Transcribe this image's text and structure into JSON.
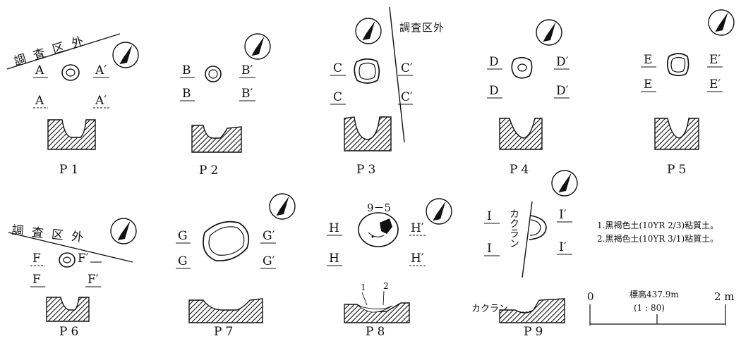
{
  "outside_label": "調査区外",
  "outside_label_spaced": "調 査 区 外",
  "fault_label": "カクラン",
  "fault_label_p9": "カクラン",
  "pits": [
    {
      "id": "P1",
      "label": "P1",
      "left": "A",
      "right": "A′"
    },
    {
      "id": "P2",
      "label": "P2",
      "left": "B",
      "right": "B′"
    },
    {
      "id": "P3",
      "label": "P3",
      "left": "C",
      "right": "C′"
    },
    {
      "id": "P4",
      "label": "P4",
      "left": "D",
      "right": "D′"
    },
    {
      "id": "P5",
      "label": "P5",
      "left": "E",
      "right": "E′"
    },
    {
      "id": "P6",
      "label": "P6",
      "left": "F",
      "right": "F′"
    },
    {
      "id": "P7",
      "label": "P7",
      "left": "G",
      "right": "G′"
    },
    {
      "id": "P8",
      "label": "P8",
      "left": "H",
      "right": "H′"
    },
    {
      "id": "P9",
      "label": "P9",
      "left": "I",
      "right": "I′"
    }
  ],
  "p8_artifact": "9－5",
  "p8_layers": [
    "1",
    "2"
  ],
  "legend": [
    "1.黒褐色土(10YR 2/3)粘質土。",
    "2.黒褐色土(10YR 3/1)粘質土。"
  ],
  "scale": {
    "zero": "0",
    "end": "2 m",
    "elevation": "標高437.9m",
    "ratio": "(1 : 80)"
  }
}
